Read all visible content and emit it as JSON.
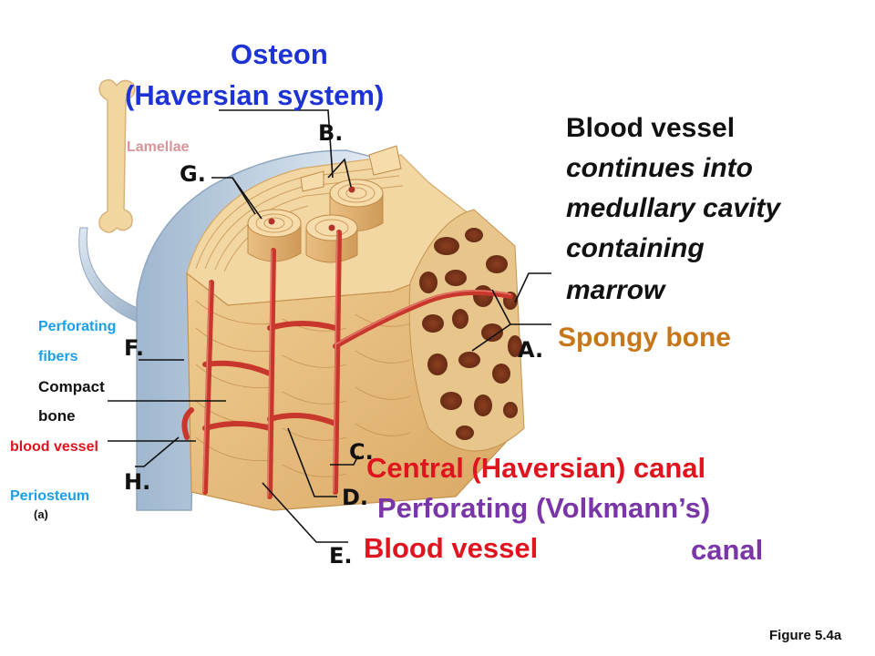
{
  "title": {
    "line1": "Osteon",
    "line2": "(Haversian system)"
  },
  "labels": {
    "lamellae": "Lamellae",
    "perforating_fibers_1": "Perforating",
    "perforating_fibers_2": "fibers",
    "compact_bone_1": "Compact",
    "compact_bone_2": "bone",
    "blood_vessel_small": "blood vessel",
    "periosteum": "Periosteum",
    "subfig": "(a)",
    "figure": "Figure 5.4a"
  },
  "letters": {
    "a": "A.",
    "b": "B.",
    "c": "C.",
    "d": "D.",
    "e": "E.",
    "f": "F.",
    "g": "G.",
    "h": "H."
  },
  "answers": {
    "marrow_1": "Blood vessel",
    "marrow_2": "continues into",
    "marrow_3": "medullary cavity",
    "marrow_4": "containing",
    "marrow_5": "marrow",
    "spongy": "Spongy bone",
    "central": "Central (Haversian) canal",
    "perforating": "Perforating (Volkmann’s)",
    "blood_vessel": "Blood vessel",
    "canal": "canal"
  },
  "colors": {
    "title_blue": "#1d33d6",
    "lamellae_pink": "#d9949a",
    "cyan_label": "#1aa0e8",
    "red_label": "#e0141e",
    "orange_label": "#c8761a",
    "purple_label": "#7a35a8",
    "bone": "#e6b97c",
    "vessel": "#c8372b"
  }
}
